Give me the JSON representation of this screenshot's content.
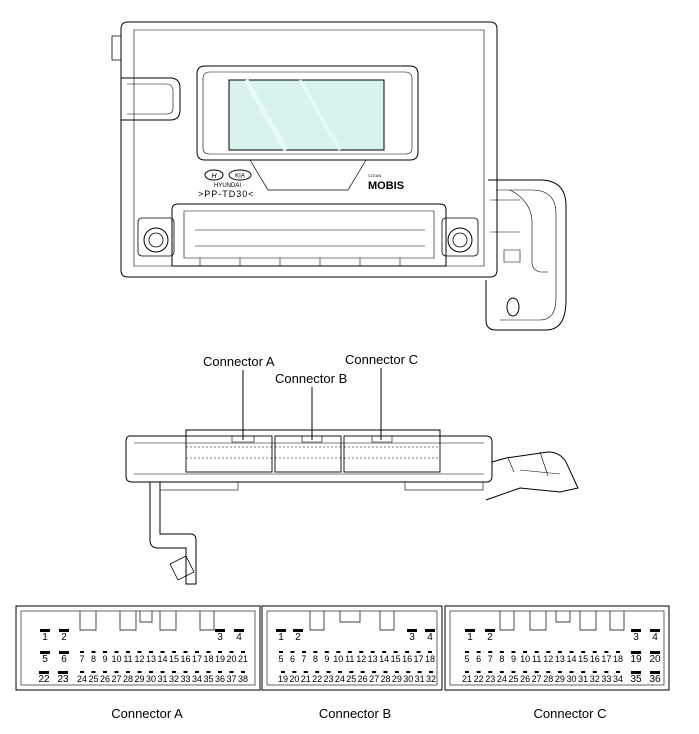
{
  "top_view": {
    "brand_small": "HYUNDAI",
    "part_code": ">PP-TD30<",
    "mobis_prefix": "CLEAN",
    "mobis": "MOBIS"
  },
  "side_view": {
    "label_a": "Connector A",
    "label_b": "Connector B",
    "label_c": "Connector C"
  },
  "connectors": [
    {
      "name": "Connector A",
      "row1": [
        "1",
        "2",
        "3",
        "4"
      ],
      "row2": [
        "5",
        "6",
        "7",
        "8",
        "9",
        "10",
        "11",
        "12",
        "13",
        "14",
        "15",
        "16",
        "17",
        "18",
        "19",
        "20",
        "21"
      ],
      "row3": [
        "22",
        "23",
        "24",
        "25",
        "26",
        "27",
        "28",
        "29",
        "30",
        "31",
        "32",
        "33",
        "34",
        "35",
        "36",
        "37",
        "38"
      ]
    },
    {
      "name": "Connector B",
      "row1": [
        "1",
        "2",
        "3",
        "4"
      ],
      "row2": [
        "5",
        "6",
        "7",
        "8",
        "9",
        "10",
        "11",
        "12",
        "13",
        "14",
        "15",
        "16",
        "17",
        "18"
      ],
      "row3": [
        "19",
        "20",
        "21",
        "22",
        "23",
        "24",
        "25",
        "26",
        "27",
        "28",
        "29",
        "30",
        "31",
        "32"
      ]
    },
    {
      "name": "Connector C",
      "row1": [
        "1",
        "2",
        "3",
        "4"
      ],
      "row2": [
        "5",
        "6",
        "7",
        "8",
        "9",
        "10",
        "11",
        "12",
        "13",
        "14",
        "15",
        "16",
        "17",
        "18",
        "19",
        "20"
      ],
      "row3": [
        "21",
        "22",
        "23",
        "24",
        "25",
        "26",
        "27",
        "28",
        "29",
        "30",
        "31",
        "32",
        "33",
        "34",
        "35",
        "36"
      ]
    }
  ]
}
